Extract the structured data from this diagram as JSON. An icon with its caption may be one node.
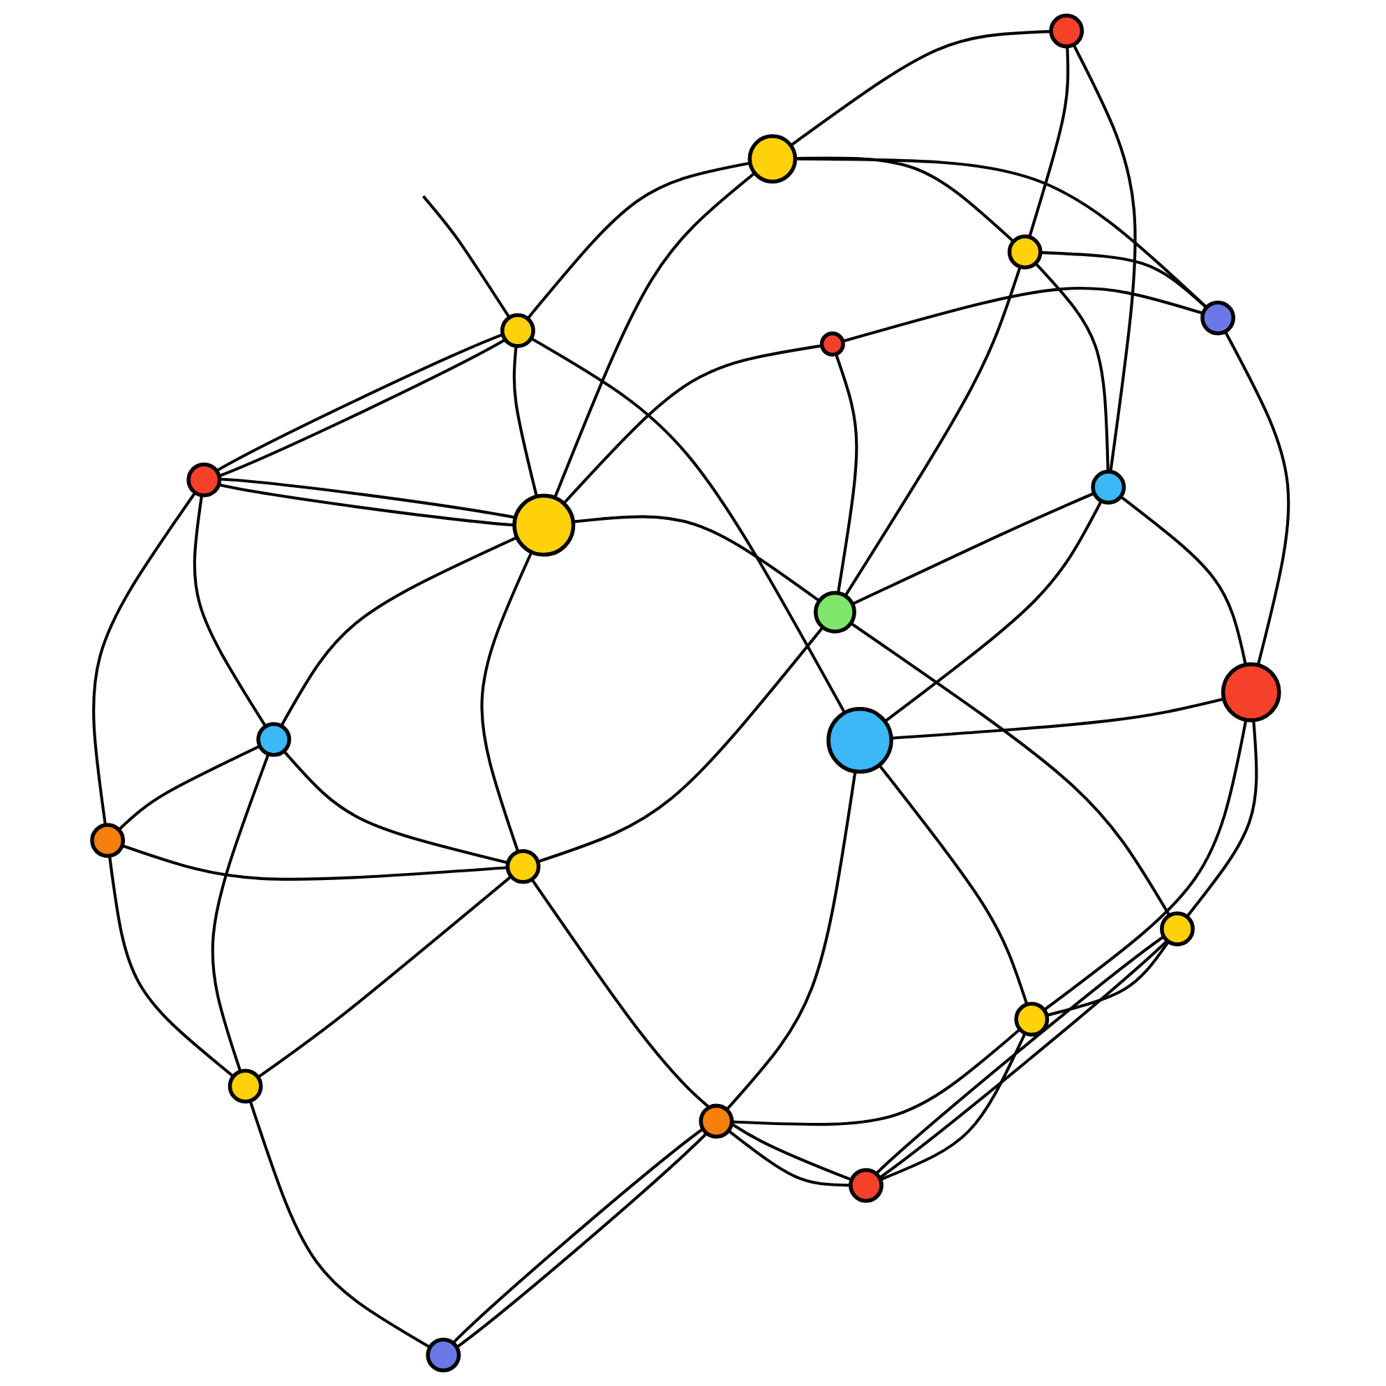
{
  "diagram": {
    "nodes": [
      {
        "text": [],
        "shape": "circle"
      },
      {
        "text": [],
        "shape": "circle"
      },
      {
        "text": [],
        "shape": "circle"
      },
      {
        "text": [],
        "shape": "circle"
      },
      {
        "text": [],
        "shape": "circle"
      },
      {
        "text": [],
        "shape": "circle"
      },
      {
        "text": [],
        "shape": "circle"
      },
      {
        "text": [],
        "shape": "circle"
      },
      {
        "text": [],
        "shape": "circle"
      },
      {
        "text": [],
        "shape": "circle"
      },
      {
        "text": [],
        "shape": "circle"
      },
      {
        "text": [],
        "shape": "circle"
      },
      {
        "text": [],
        "shape": "circle"
      },
      {
        "text": [],
        "shape": "circle"
      },
      {
        "text": [],
        "shape": "circle"
      },
      {
        "text": [],
        "shape": "circle"
      },
      {
        "text": [],
        "shape": "circle"
      },
      {
        "text": [],
        "shape": "circle"
      },
      {
        "text": [],
        "shape": "circle"
      },
      {
        "text": [],
        "shape": "circle"
      },
      {
        "text": [],
        "shape": "circle"
      }
    ],
    "edges": [
      {
        "from": 1,
        "to": 0,
        "arrow": "none"
      },
      {
        "from": 2,
        "to": 1,
        "arrow": "none"
      },
      {
        "from": 2,
        "to": 3,
        "arrow": "none"
      },
      {
        "from": 1,
        "to": 3,
        "arrow": "none"
      },
      {
        "from": 0,
        "to": 3,
        "arrow": "none"
      },
      {
        "from": 5,
        "to": 2,
        "arrow": "none"
      },
      {
        "from": 5,
        "to": 1,
        "arrow": "none"
      },
      {
        "from": 2,
        "to": 0,
        "arrow": "none"
      },
      {
        "from": 0,
        "to": 4,
        "arrow": "none"
      },
      {
        "from": 3,
        "to": 6,
        "arrow": "none"
      },
      {
        "from": 3,
        "to": 8,
        "arrow": "none"
      },
      {
        "from": 2,
        "to": 8,
        "arrow": "none"
      },
      {
        "from": 5,
        "to": 8,
        "arrow": "none"
      },
      {
        "from": 8,
        "to": 7,
        "arrow": "none"
      },
      {
        "from": 3,
        "to": 7,
        "arrow": "none"
      },
      {
        "from": 7,
        "to": 9,
        "arrow": "none"
      },
      {
        "from": 9,
        "to": 6,
        "arrow": "none"
      },
      {
        "from": 6,
        "to": 9,
        "arrow": "none"
      },
      {
        "from": 6,
        "to": 10,
        "arrow": "none"
      },
      {
        "from": 6,
        "to": 11,
        "arrow": "none"
      },
      {
        "from": 4,
        "to": 11,
        "arrow": "none"
      },
      {
        "from": 4,
        "to": 11,
        "arrow": "none"
      },
      {
        "from": 9,
        "to": 10,
        "arrow": "none"
      },
      {
        "from": 10,
        "to": 11,
        "arrow": "none"
      },
      {
        "from": 10,
        "to": 14,
        "arrow": "none"
      },
      {
        "from": 9,
        "to": 14,
        "arrow": "none"
      },
      {
        "from": 7,
        "to": 12,
        "arrow": "none"
      },
      {
        "from": 8,
        "to": 12,
        "arrow": "none"
      },
      {
        "from": 12,
        "to": 13,
        "arrow": "none"
      },
      {
        "from": 7,
        "to": 18,
        "arrow": "none"
      },
      {
        "from": 7,
        "to": 19,
        "arrow": "none"
      },
      {
        "from": 13,
        "to": 14,
        "arrow": "none"
      },
      {
        "from": 13,
        "to": 15,
        "arrow": "none"
      },
      {
        "from": 13,
        "to": 18,
        "arrow": "none"
      },
      {
        "from": 8,
        "to": 15,
        "arrow": "none"
      },
      {
        "from": 8,
        "to": 17,
        "arrow": "none"
      },
      {
        "from": 5,
        "to": 17,
        "arrow": "none"
      },
      {
        "from": 5,
        "to": 17,
        "arrow": "none"
      },
      {
        "from": 5,
        "to": 8,
        "arrow": "none"
      },
      {
        "from": 17,
        "to": 15,
        "arrow": "none"
      },
      {
        "from": 17,
        "to": null,
        "arrow": "none"
      },
      {
        "from": 17,
        "to": 16,
        "arrow": "none"
      },
      {
        "from": 15,
        "to": 20,
        "arrow": "none"
      },
      {
        "from": 15,
        "to": 18,
        "arrow": "none"
      },
      {
        "from": 18,
        "to": 19,
        "arrow": "none"
      },
      {
        "from": 18,
        "to": 20,
        "arrow": "none"
      },
      {
        "from": 19,
        "to": 20,
        "arrow": "none"
      },
      {
        "from": 19,
        "to": 14,
        "arrow": "none"
      },
      {
        "from": 19,
        "to": 16,
        "arrow": "none"
      },
      {
        "from": 14,
        "to": 16,
        "arrow": "none"
      },
      {
        "from": 10,
        "to": 16,
        "arrow": "none"
      },
      {
        "from": 11,
        "to": 16,
        "arrow": "none"
      }
    ]
  }
}
